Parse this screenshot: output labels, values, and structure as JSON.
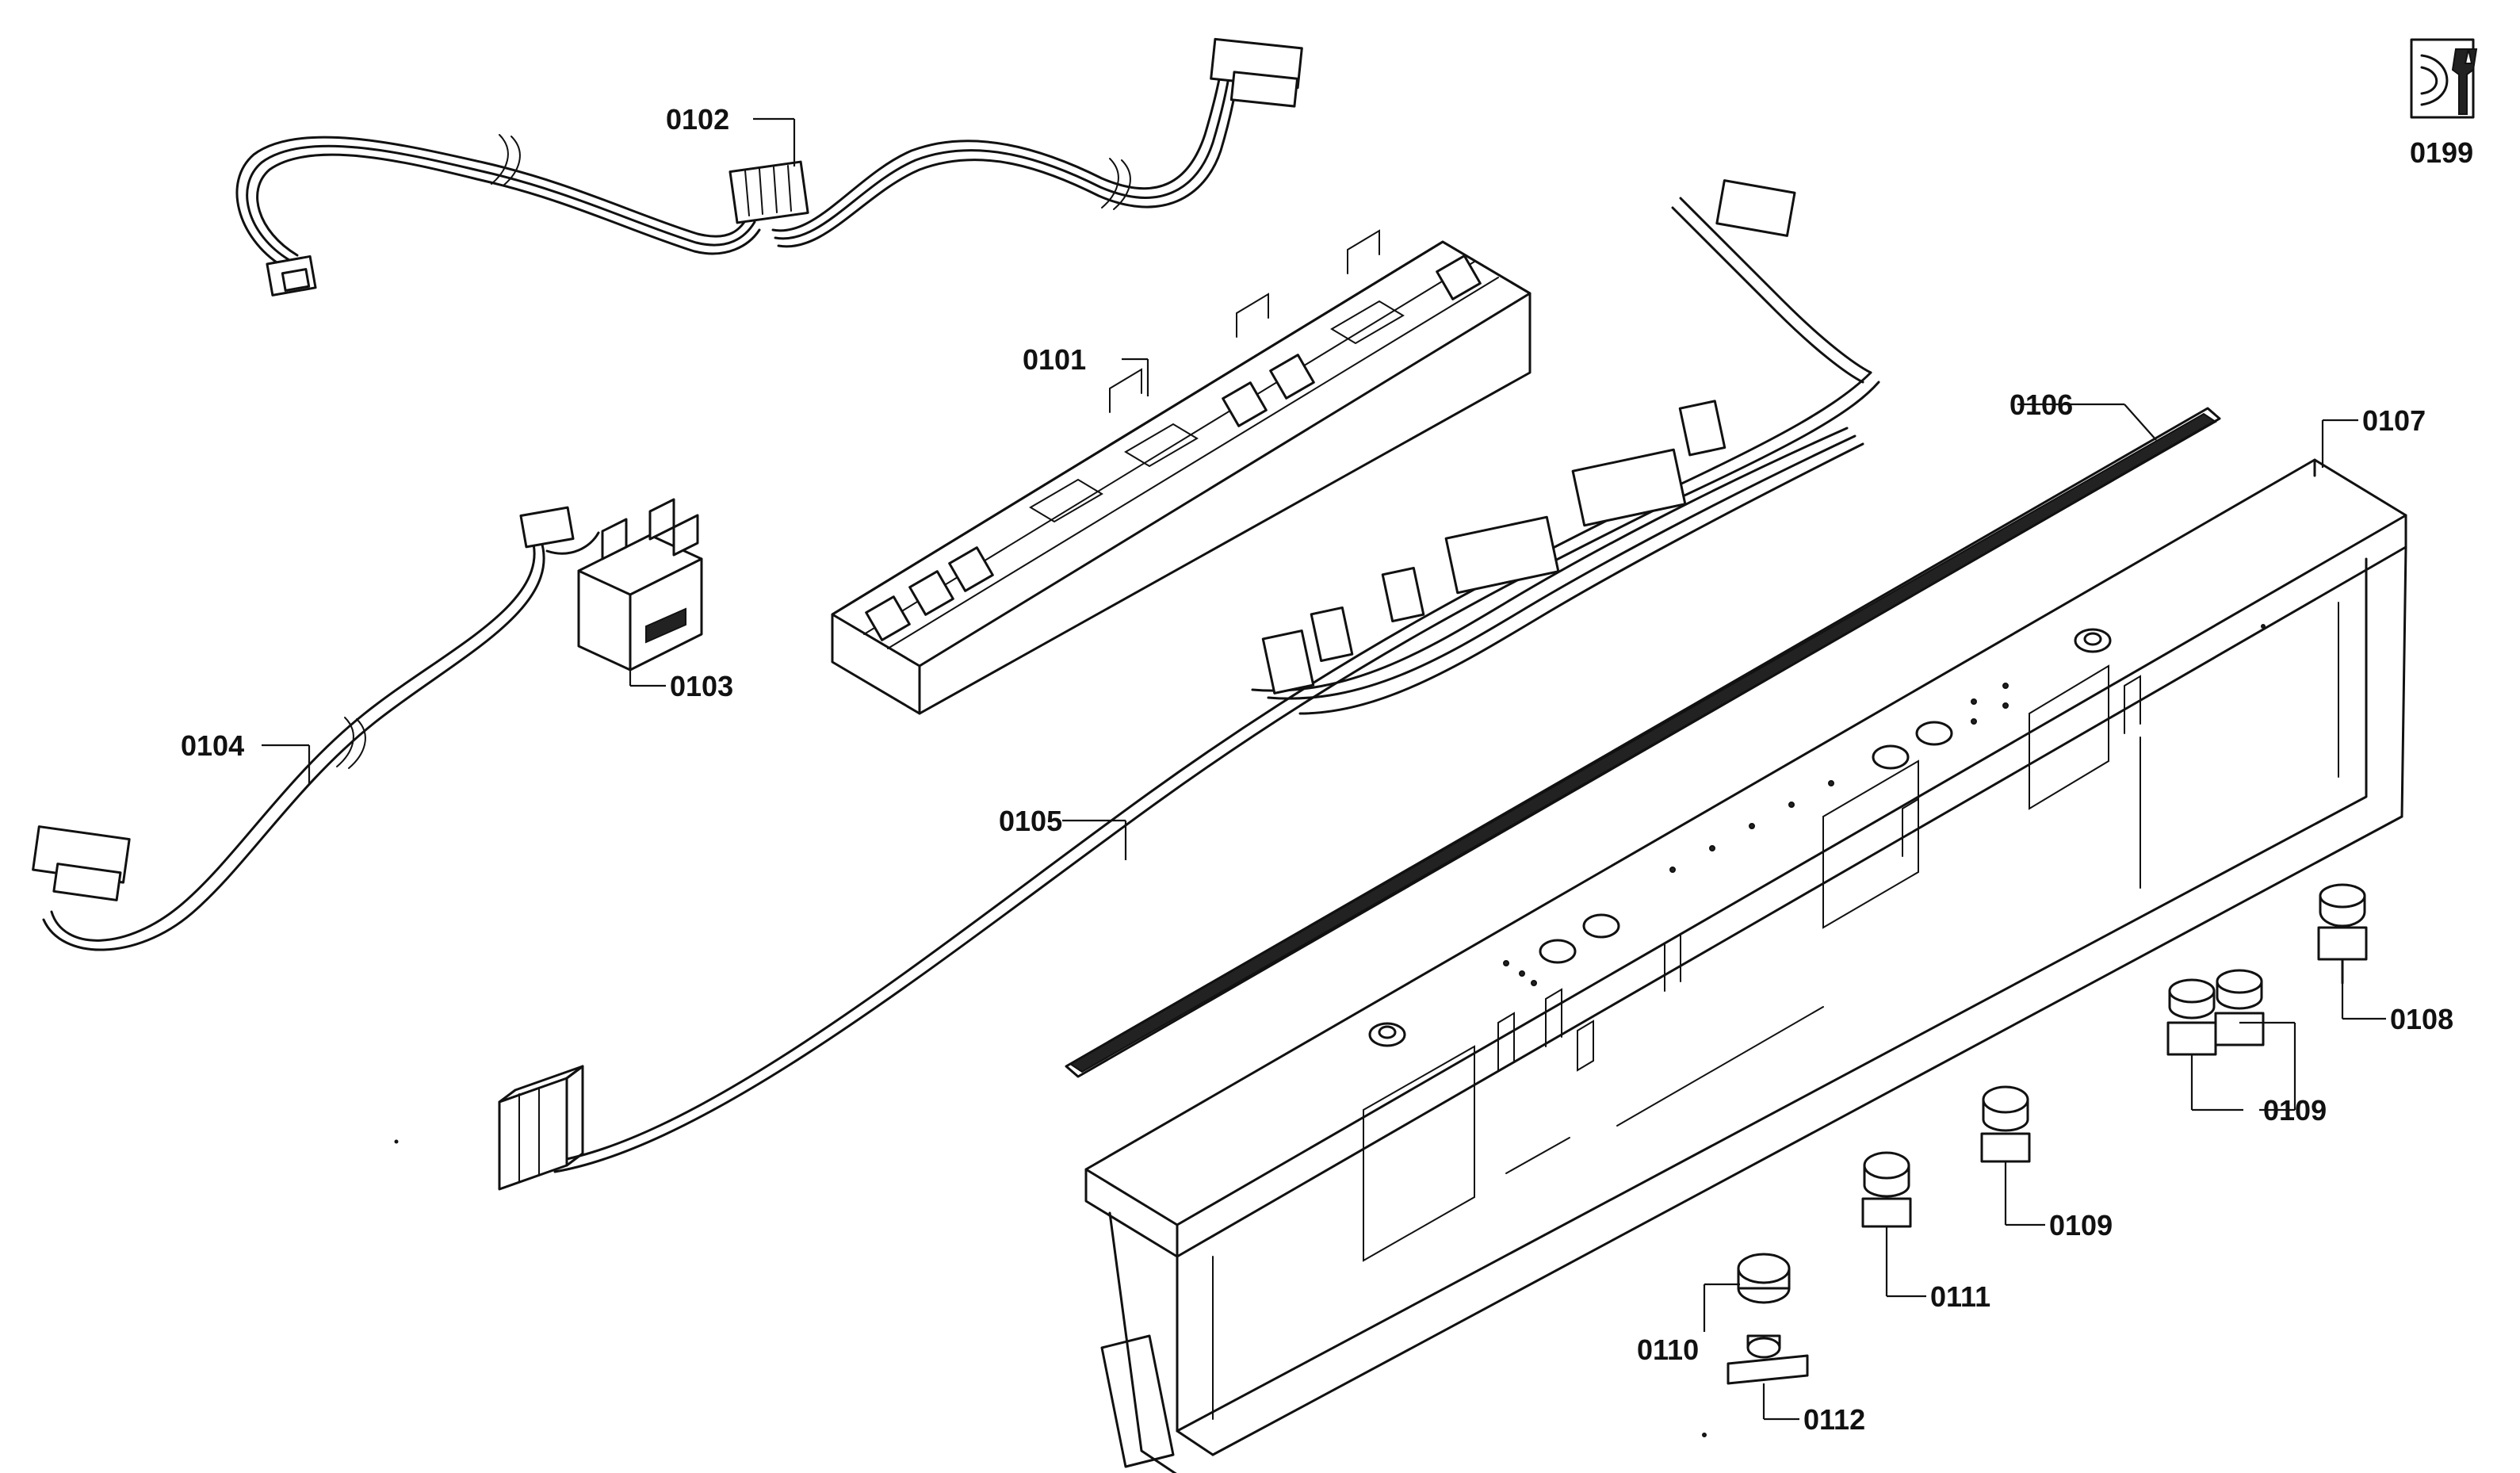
{
  "labels": {
    "p0101": "0101",
    "p0102": "0102",
    "p0103": "0103",
    "p0104": "0104",
    "p0105": "0105",
    "p0106": "0106",
    "p0107": "0107",
    "p0108": "0108",
    "p0109a": "0109",
    "p0109b": "0109",
    "p0110": "0110",
    "p0111": "0111",
    "p0112": "0112",
    "p0199": "0199"
  },
  "icons": {
    "service_kit": "wrench-icon"
  },
  "colors": {
    "line": "#111111",
    "background": "#ffffff"
  }
}
